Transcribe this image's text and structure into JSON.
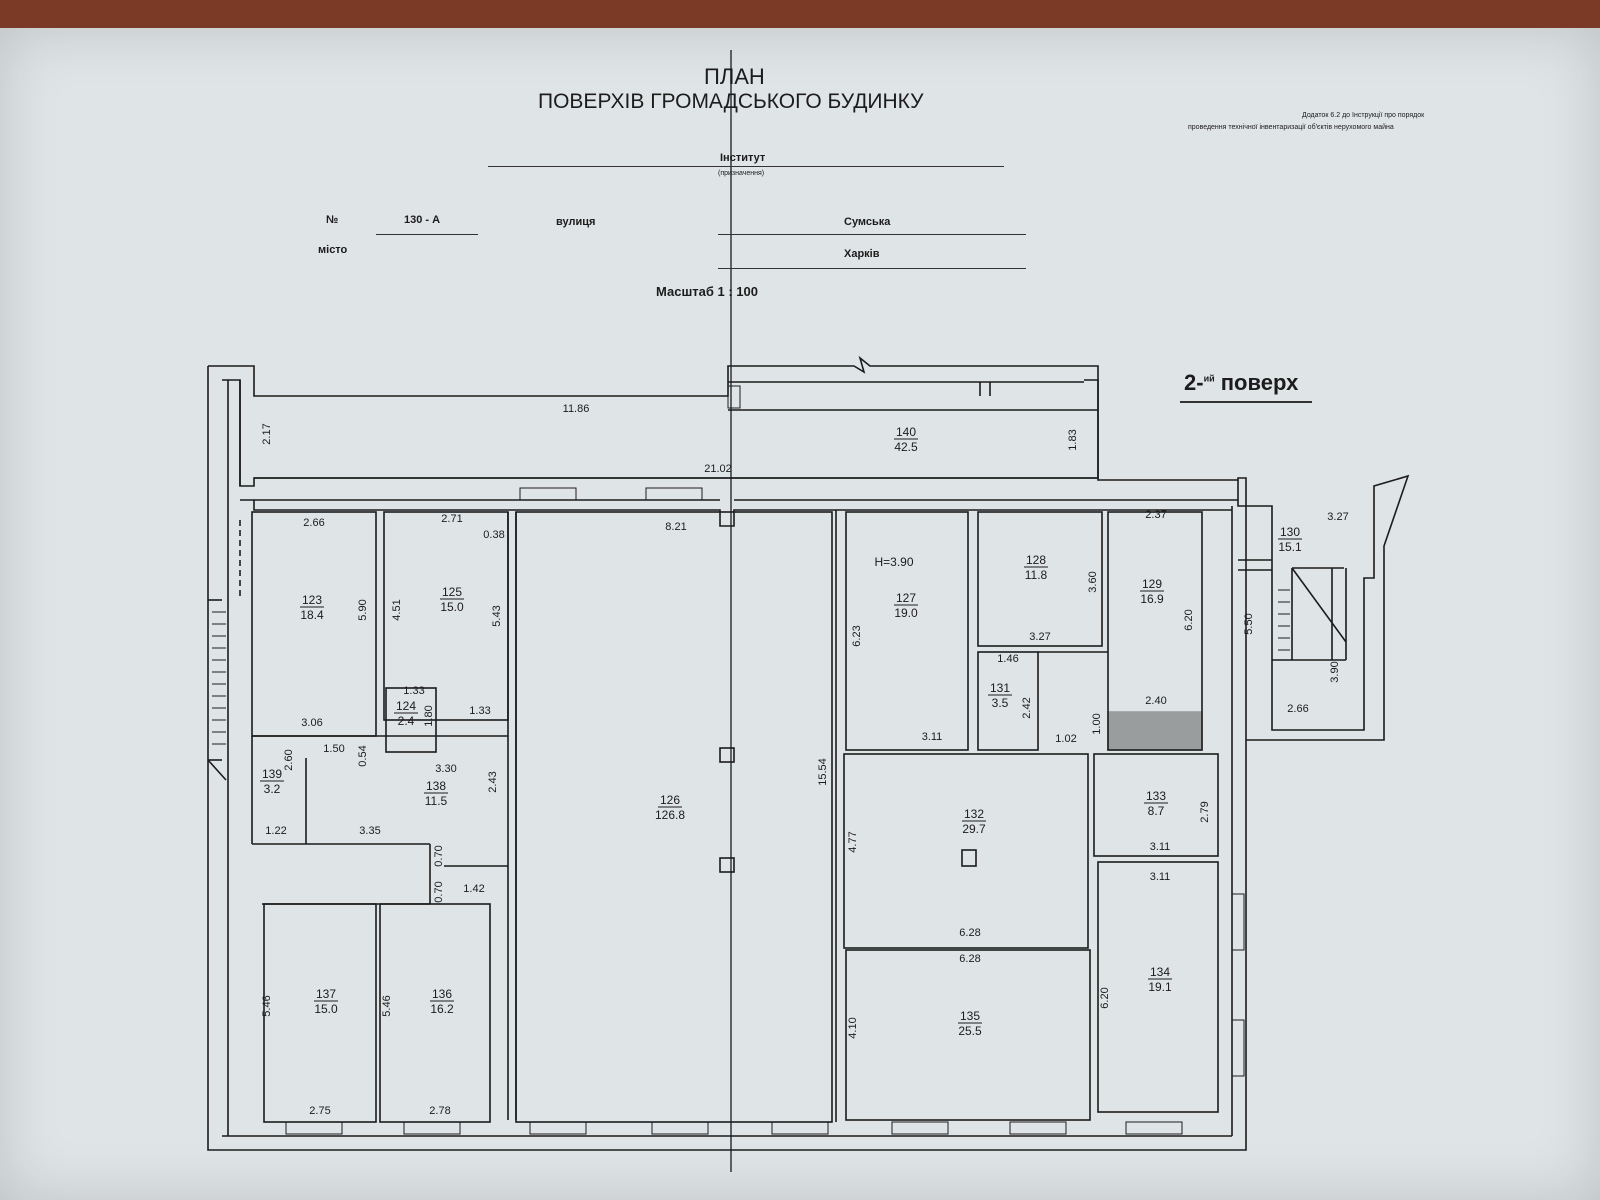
{
  "header": {
    "title_line1": "ПЛАН",
    "title_line2": "ПОВЕРХІВ ГРОМАДСЬКОГО БУДИНКУ",
    "appendix_line1": "Додаток 6.2 до Інструкції про порядок",
    "appendix_line2": "проведення технічної інвентаризації об'єктів нерухомого майна",
    "purpose_value": "Інститут",
    "purpose_caption": "(призначення)",
    "number_label": "№",
    "number_value": "130 - А",
    "street_label": "вулиця",
    "street_value": "Сумська",
    "city_label": "місто",
    "city_value": "Харків",
    "scale": "Масштаб 1 : 100"
  },
  "floor": {
    "label": "2-",
    "label_sup": "ий",
    "label_tail": " поверх"
  },
  "rooms": [
    {
      "id": "r140",
      "num": "140",
      "area": "42.5"
    },
    {
      "id": "r123",
      "num": "123",
      "area": "18.4"
    },
    {
      "id": "r125",
      "num": "125",
      "area": "15.0"
    },
    {
      "id": "r124",
      "num": "124",
      "area": "2.4"
    },
    {
      "id": "r139",
      "num": "139",
      "area": "3.2"
    },
    {
      "id": "r138",
      "num": "138",
      "area": "11.5"
    },
    {
      "id": "r137",
      "num": "137",
      "area": "15.0"
    },
    {
      "id": "r136",
      "num": "136",
      "area": "16.2"
    },
    {
      "id": "r126",
      "num": "126",
      "area": "126.8"
    },
    {
      "id": "r127",
      "num": "127",
      "area": "19.0",
      "height": "H=3.90"
    },
    {
      "id": "r128",
      "num": "128",
      "area": "11.8"
    },
    {
      "id": "r129",
      "num": "129",
      "area": "16.9"
    },
    {
      "id": "r130",
      "num": "130",
      "area": "15.1"
    },
    {
      "id": "r131",
      "num": "131",
      "area": "3.5"
    },
    {
      "id": "r132",
      "num": "132",
      "area": "29.7"
    },
    {
      "id": "r133",
      "num": "133",
      "area": "8.7"
    },
    {
      "id": "r134",
      "num": "134",
      "area": "19.1"
    },
    {
      "id": "r135",
      "num": "135",
      "area": "25.5"
    }
  ],
  "dimensions": [
    "11.86",
    "2.17",
    "1.83",
    "21.02",
    "2.66",
    "2.71",
    "0.38",
    "5.90",
    "4.51",
    "5.43",
    "3.06",
    "1.33",
    "1.80",
    "1.33",
    "1.50",
    "0.54",
    "2.60",
    "3.30",
    "2.43",
    "1.22",
    "3.35",
    "0.70",
    "0.70",
    "1.42",
    "5.46",
    "5.46",
    "2.75",
    "2.78",
    "8.21",
    "15.54",
    "6.23",
    "3.11",
    "3.60",
    "3.27",
    "2.37",
    "6.20",
    "1.46",
    "2.42",
    "1.00",
    "1.02",
    "2.40",
    "3.27",
    "5.50",
    "3.90",
    "2.66",
    "4.77",
    "6.28",
    "2.79",
    "3.11",
    "3.11",
    "6.28",
    "4.10",
    "6.20"
  ]
}
